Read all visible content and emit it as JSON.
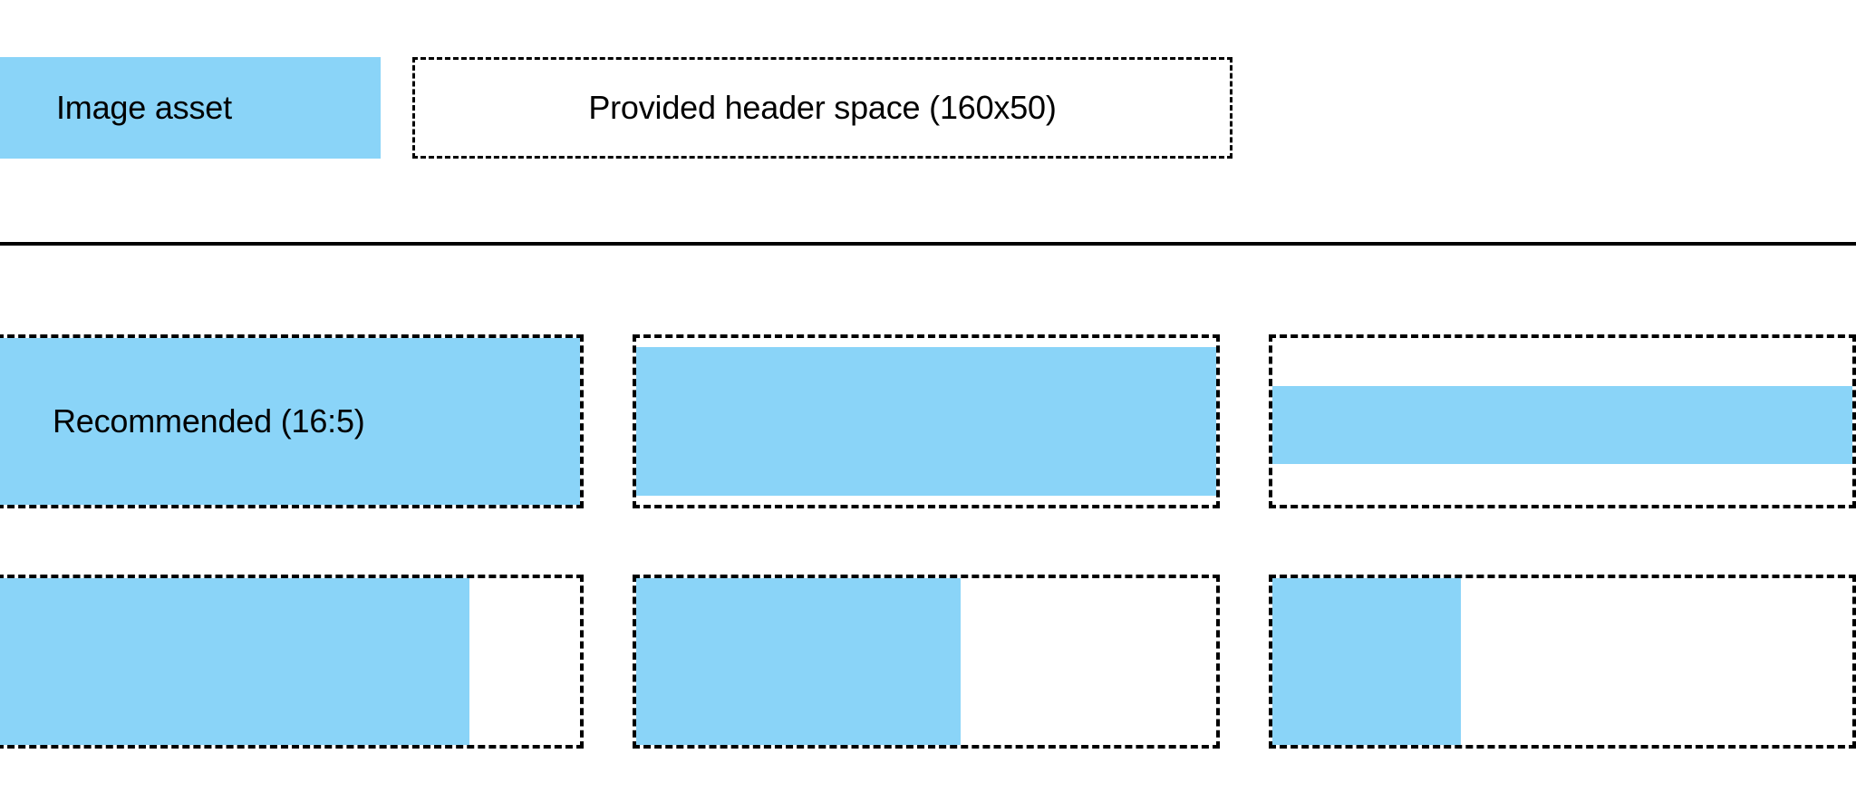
{
  "header": {
    "image_asset_label": "Image asset",
    "provided_space_label": "Provided header space (160x50)",
    "asset_swatch_color": "#8ad4f8",
    "dashed_border_color": "#000000"
  },
  "divider": {
    "color": "#000000"
  },
  "grid": {
    "rows": [
      {
        "name": "row-a",
        "cards": [
          {
            "name": "recommended-16-5",
            "label": "Recommended (16:5)",
            "fill_variant": "full",
            "fill_color": "#8ad4f8",
            "has_label": true
          },
          {
            "name": "inset-vertical",
            "label": "",
            "fill_variant": "inset-v",
            "fill_color": "#8ad4f8",
            "has_label": false
          },
          {
            "name": "centered-band",
            "label": "",
            "fill_variant": "band",
            "fill_color": "#8ad4f8",
            "has_label": false
          }
        ]
      },
      {
        "name": "row-b",
        "cards": [
          {
            "name": "left-aligned-wide",
            "label": "",
            "fill_variant": "left-81",
            "fill_color": "#8ad4f8",
            "has_label": false
          },
          {
            "name": "left-aligned-medium",
            "label": "",
            "fill_variant": "left-56",
            "fill_color": "#8ad4f8",
            "has_label": false
          },
          {
            "name": "left-aligned-narrow",
            "label": "",
            "fill_variant": "left-32",
            "fill_color": "#8ad4f8",
            "has_label": false
          }
        ]
      }
    ]
  }
}
